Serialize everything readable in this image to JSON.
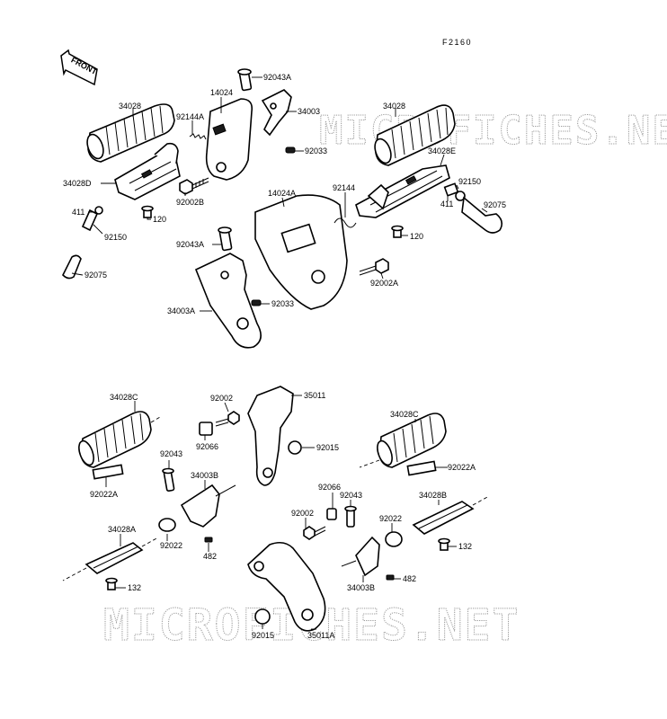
{
  "diagram": {
    "code": "F2160",
    "front_label": "FRONT",
    "watermark": "MICROFICHES.NET",
    "labels": {
      "p34028_left": "34028",
      "p92144A": "92144A",
      "p14024": "14024",
      "p92043A_top": "92043A",
      "p34003": "34003",
      "p92033_top": "92033",
      "p34028D": "34028D",
      "p92002B": "92002B",
      "p411_left": "411",
      "p120_left": "120",
      "p92150_left": "92150",
      "p92075_left": "92075",
      "p34028_right": "34028",
      "p34028E": "34028E",
      "p14024A": "14024A",
      "p92144": "92144",
      "p92150_right": "92150",
      "p411_right": "411",
      "p92075_right": "92075",
      "p120_right": "120",
      "p92043A_mid": "92043A",
      "p92002A": "92002A",
      "p34003A": "34003A",
      "p92033_mid": "92033",
      "p34028C_left": "34028C",
      "p92002_top": "92002",
      "p35011": "35011",
      "p92066_top": "92066",
      "p92015_top": "92015",
      "p92043_left": "92043",
      "p34003B_left": "34003B",
      "p92022A_left": "92022A",
      "p34028C_right": "34028C",
      "p92022A_right": "92022A",
      "p92066_mid": "92066",
      "p92043_mid": "92043",
      "p34028B": "34028B",
      "p92002_mid": "92002",
      "p92022_right": "92022",
      "p132_right": "132",
      "p34028A": "34028A",
      "p92022_left": "92022",
      "p482_left": "482",
      "p132_left": "132",
      "p482_right": "482",
      "p34003B_right": "34003B",
      "p92015_bottom": "92015",
      "p35011A": "35011A"
    }
  }
}
